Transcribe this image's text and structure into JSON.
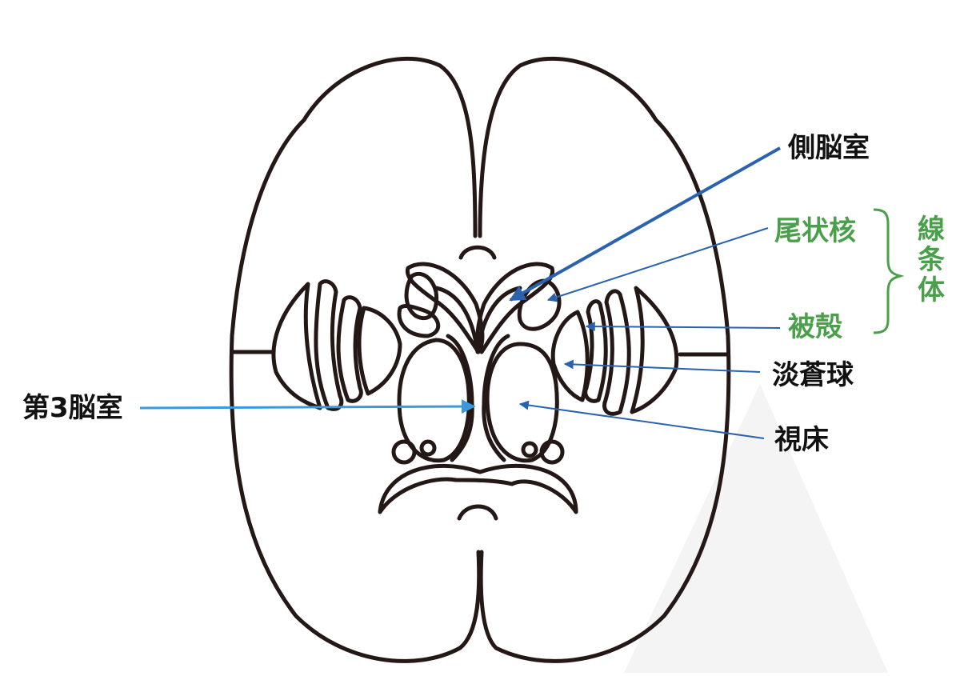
{
  "labels": {
    "lateral_ventricle": "側脳室",
    "caudate_nucleus": "尾状核",
    "putamen": "被殻",
    "globus_pallidus": "淡蒼球",
    "thalamus": "視床",
    "third_ventricle": "第3脳室",
    "striatum": [
      "線",
      "条",
      "体"
    ]
  },
  "colors": {
    "outline": "#231815",
    "dark_blue_arrow": "#2a62b0",
    "light_blue_arrow": "#3a98dd",
    "green_label": "#4aa04a",
    "black_label": "#111111",
    "watermark": "#f2f2f2"
  }
}
